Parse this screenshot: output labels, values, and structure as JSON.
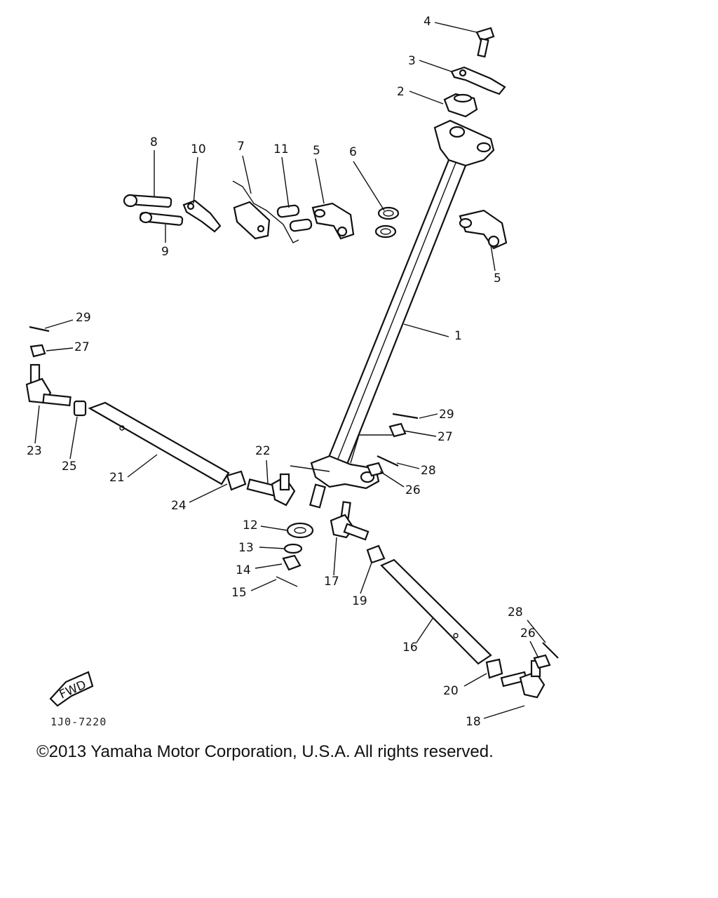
{
  "diagram": {
    "part_labels": [
      "1",
      "2",
      "3",
      "4",
      "5",
      "5",
      "6",
      "7",
      "8",
      "9",
      "10",
      "11",
      "12",
      "13",
      "14",
      "15",
      "16",
      "17",
      "18",
      "19",
      "20",
      "21",
      "22",
      "23",
      "24",
      "25",
      "26",
      "26",
      "27",
      "27",
      "28",
      "28",
      "29",
      "29"
    ],
    "fwd_label": "FWD",
    "diagram_code": "1J0-7220"
  },
  "footer": {
    "copyright": "©2013 Yamaha Motor Corporation, U.S.A. All rights reserved."
  }
}
